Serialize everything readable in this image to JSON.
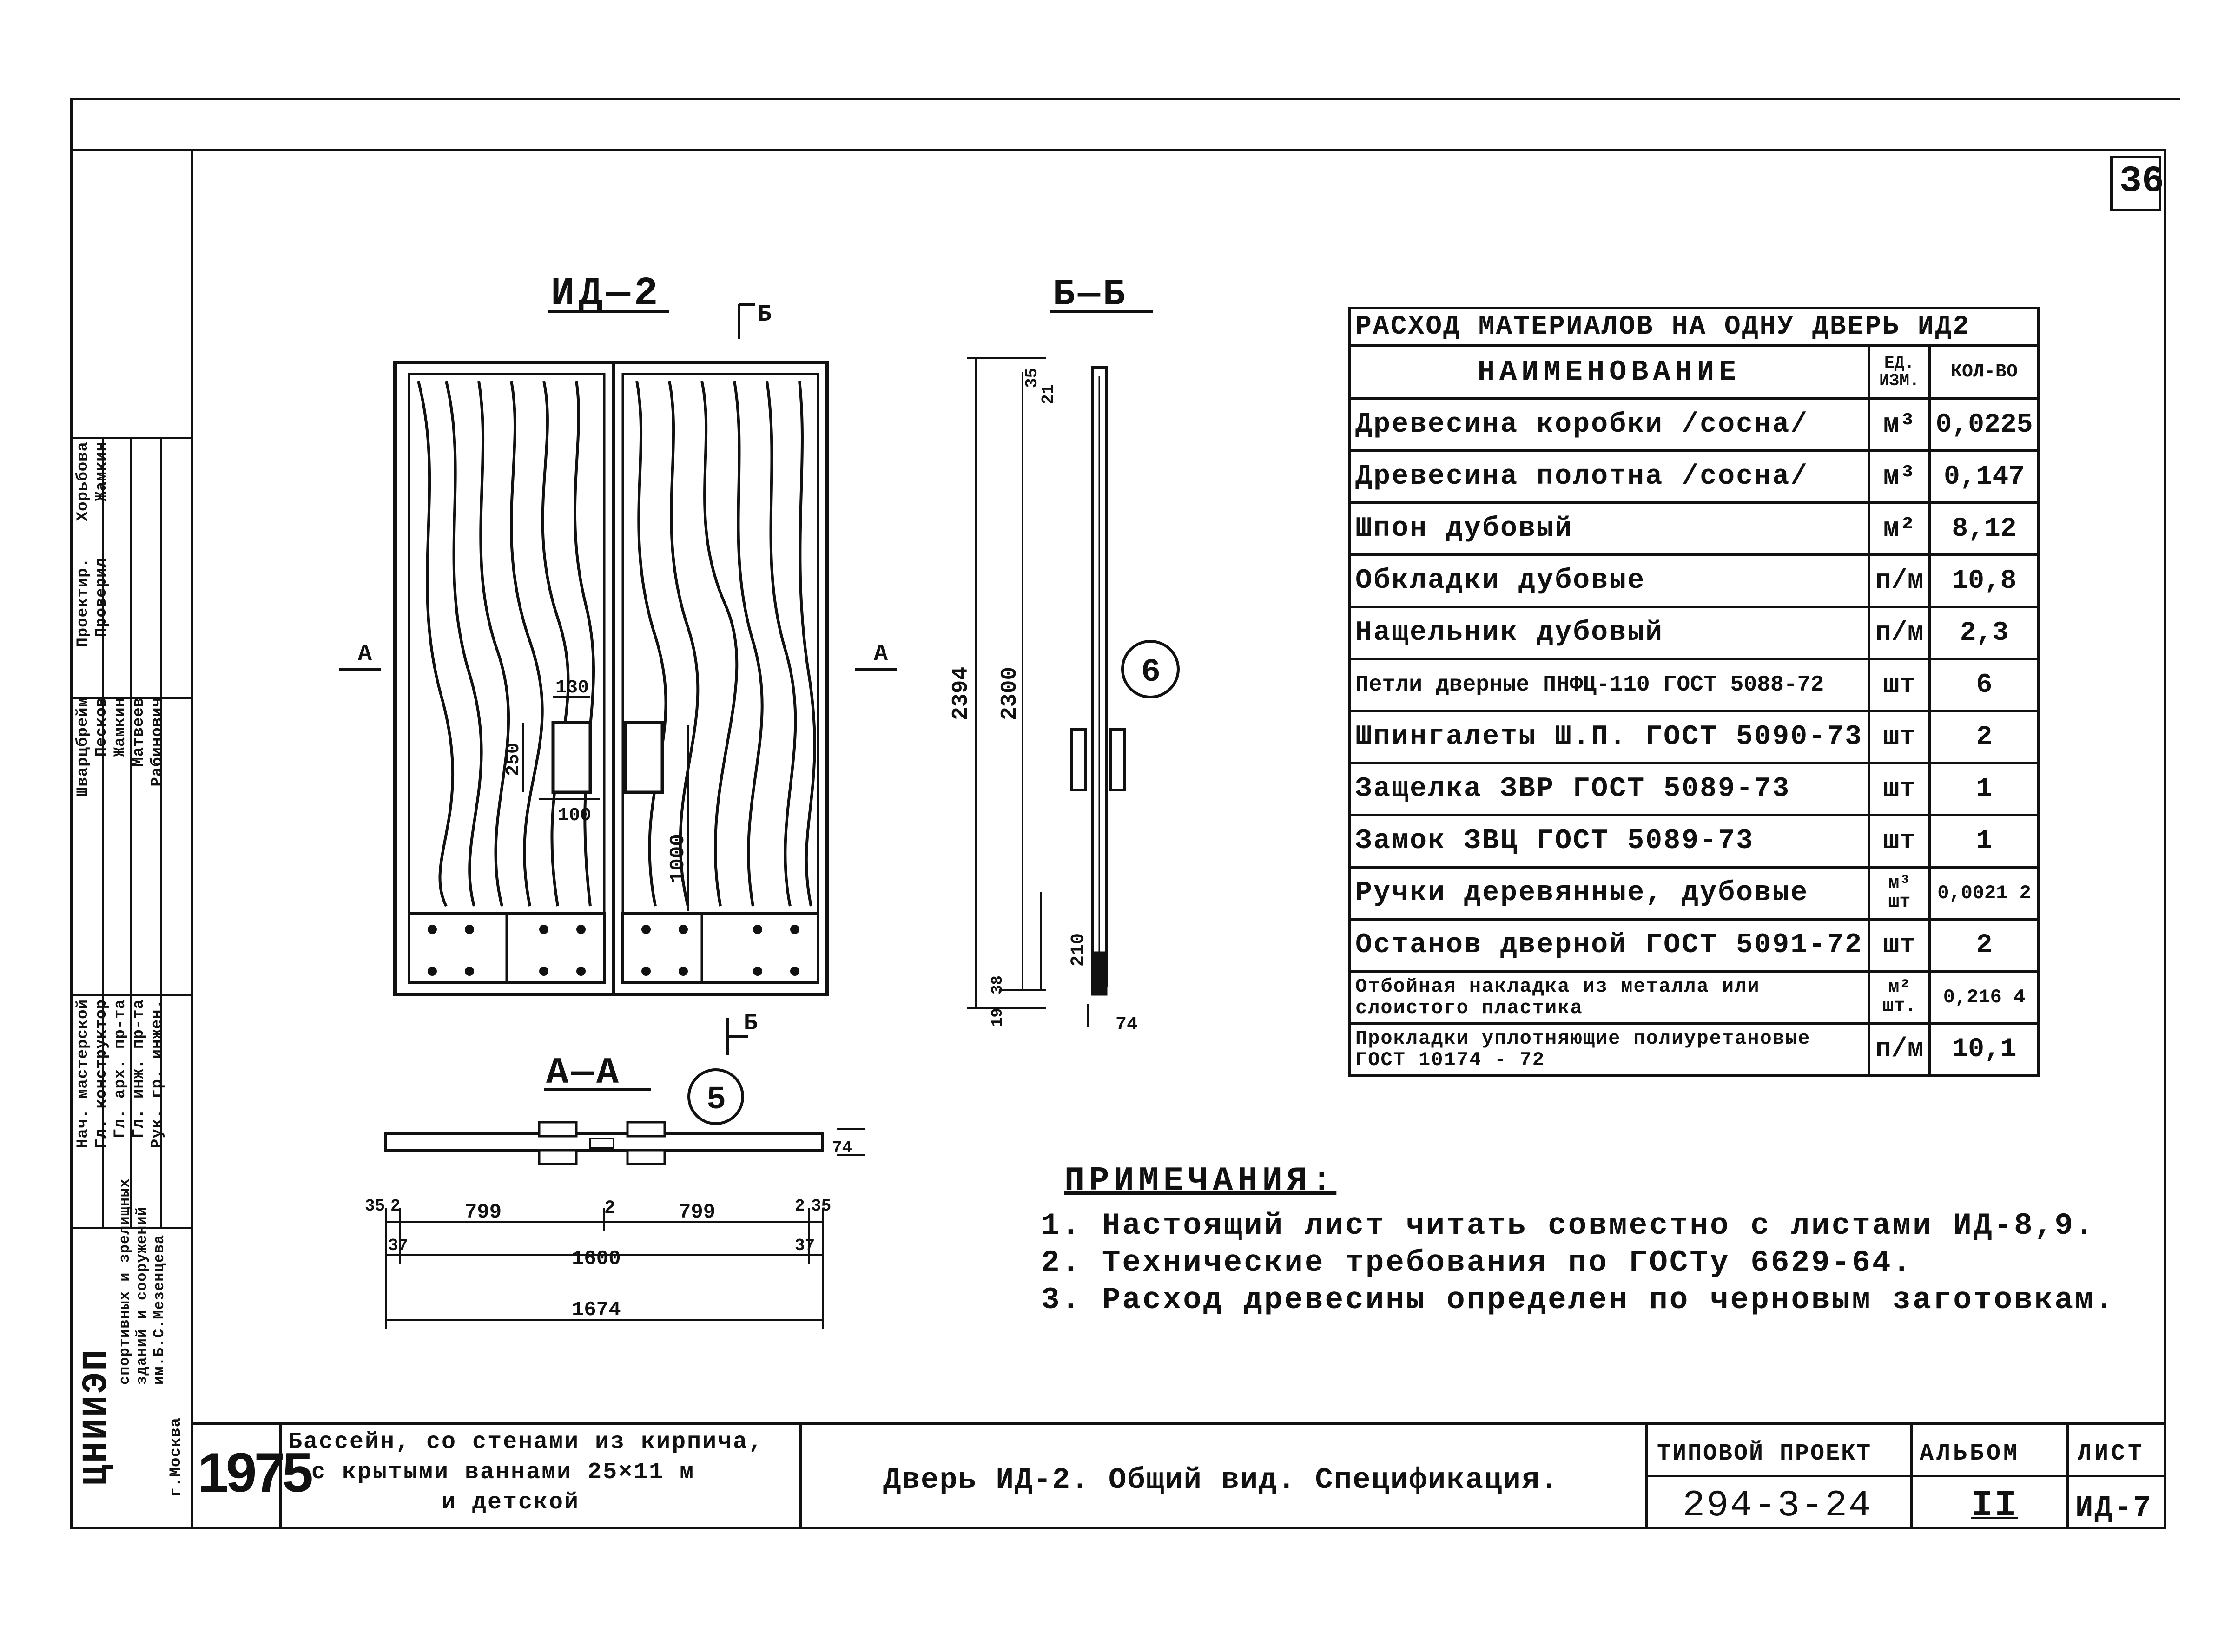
{
  "sheet_number": "36",
  "views": {
    "front_title": "ИД—2",
    "section_bb_title": "Б—Б",
    "section_aa_title": "А—А",
    "cut_marks": {
      "b_top": "Б",
      "b_bottom": "Б",
      "a_left": "А",
      "a_right": "А"
    },
    "callouts": {
      "front_section": "6",
      "plan_section": "5"
    }
  },
  "dimensions": {
    "front": {
      "w130": "130",
      "h250": "250",
      "w100": "100",
      "h1000": "1000"
    },
    "side": {
      "d35": "35",
      "d21": "21",
      "h2394": "2394",
      "h2300": "2300",
      "h210": "210",
      "d38": "38",
      "d19": "19",
      "d74": "74"
    },
    "plan": {
      "d35a": "35",
      "d2a": "2",
      "w799a": "799",
      "d2b": "2",
      "w799b": "799",
      "d2c": "2",
      "d35b": "35",
      "d37a": "37",
      "w1600": "1600",
      "d37b": "37",
      "w1674": "1674",
      "d74": "74"
    }
  },
  "spec_table": {
    "title": "РАСХОД МАТЕРИАЛОВ НА ОДНУ ДВЕРЬ ИД2",
    "headers": {
      "name": "НАИМЕНОВАНИЕ",
      "unit": "ЕД. ИЗМ.",
      "qty": "КОЛ-ВО"
    },
    "rows": [
      {
        "name": "Древесина коробки /сосна/",
        "unit": "м³",
        "qty": "0,0225"
      },
      {
        "name": "Древесина полотна /сосна/",
        "unit": "м³",
        "qty": "0,147"
      },
      {
        "name": "Шпон дубовый",
        "unit": "м²",
        "qty": "8,12"
      },
      {
        "name": "Обкладки дубовые",
        "unit": "п/м",
        "qty": "10,8"
      },
      {
        "name": "Нащельник дубовый",
        "unit": "п/м",
        "qty": "2,3"
      },
      {
        "name": "Петли дверные ПНФЦ-110 ГОСТ 5088-72",
        "unit": "шт",
        "qty": "6"
      },
      {
        "name": "Шпингалеты Ш.П. ГОСТ 5090-73",
        "unit": "шт",
        "qty": "2"
      },
      {
        "name": "Защелка ЗВР ГОСТ 5089-73",
        "unit": "шт",
        "qty": "1"
      },
      {
        "name": "Замок ЗВЦ ГОСТ 5089-73",
        "unit": "шт",
        "qty": "1"
      },
      {
        "name": "Ручки деревянные, дубовые",
        "unit": "м³ шт",
        "qty": "0,0021 2"
      },
      {
        "name": "Останов дверной ГОСТ 5091-72",
        "unit": "шт",
        "qty": "2"
      },
      {
        "name": "Отбойная накладка из металла или слоистого пластика",
        "unit": "м² шт.",
        "qty": "0,216 4"
      },
      {
        "name": "Прокладки уплотняющие полиуретановые ГОСТ 10174 - 72",
        "unit": "п/м",
        "qty": "10,1"
      }
    ]
  },
  "notes": {
    "heading": "ПРИМЕЧАНИЯ:",
    "items": [
      "1. Настоящий лист читать совместно с листами ИД-8,9.",
      "2. Технические требования по ГОСТу 6629-64.",
      "3. Расход древесины определен по черновым заготовкам."
    ]
  },
  "title_block": {
    "org_logo": "ЦНИИЭП",
    "org_text": "спортивных и зрелищных зданий и сооружений им.Б.С.Мезенцева",
    "city": "г.Москва",
    "year": "1975",
    "project_title_1": "Бассейн, со стенами из кирпича,",
    "project_title_2": "с крытыми ваннами 25×11 м",
    "project_title_3": "и детской",
    "sheet_title": "Дверь ИД-2. Общий вид. Спецификация.",
    "type_project_label": "ТИПОВОЙ ПРОЕКТ",
    "type_project_value": "294-3-24",
    "album_label": "АЛЬБОМ",
    "album_value": "II",
    "sheet_label": "ЛИСТ",
    "sheet_value": "ИД-7"
  },
  "signatures": {
    "roles": [
      "Нач. мастерской",
      "Гл. конструктор",
      "Гл. арх. пр-та",
      "Гл. инж. пр-та",
      "Рук. гр. инжен."
    ],
    "names": [
      "Шварцбрейм",
      "Песков",
      "Жамкин",
      "Матвеев",
      "Рабинович"
    ],
    "roles2": [
      "Проектир.",
      "Проверил"
    ],
    "names2": [
      "Хорьбова",
      "Жамкин"
    ]
  }
}
